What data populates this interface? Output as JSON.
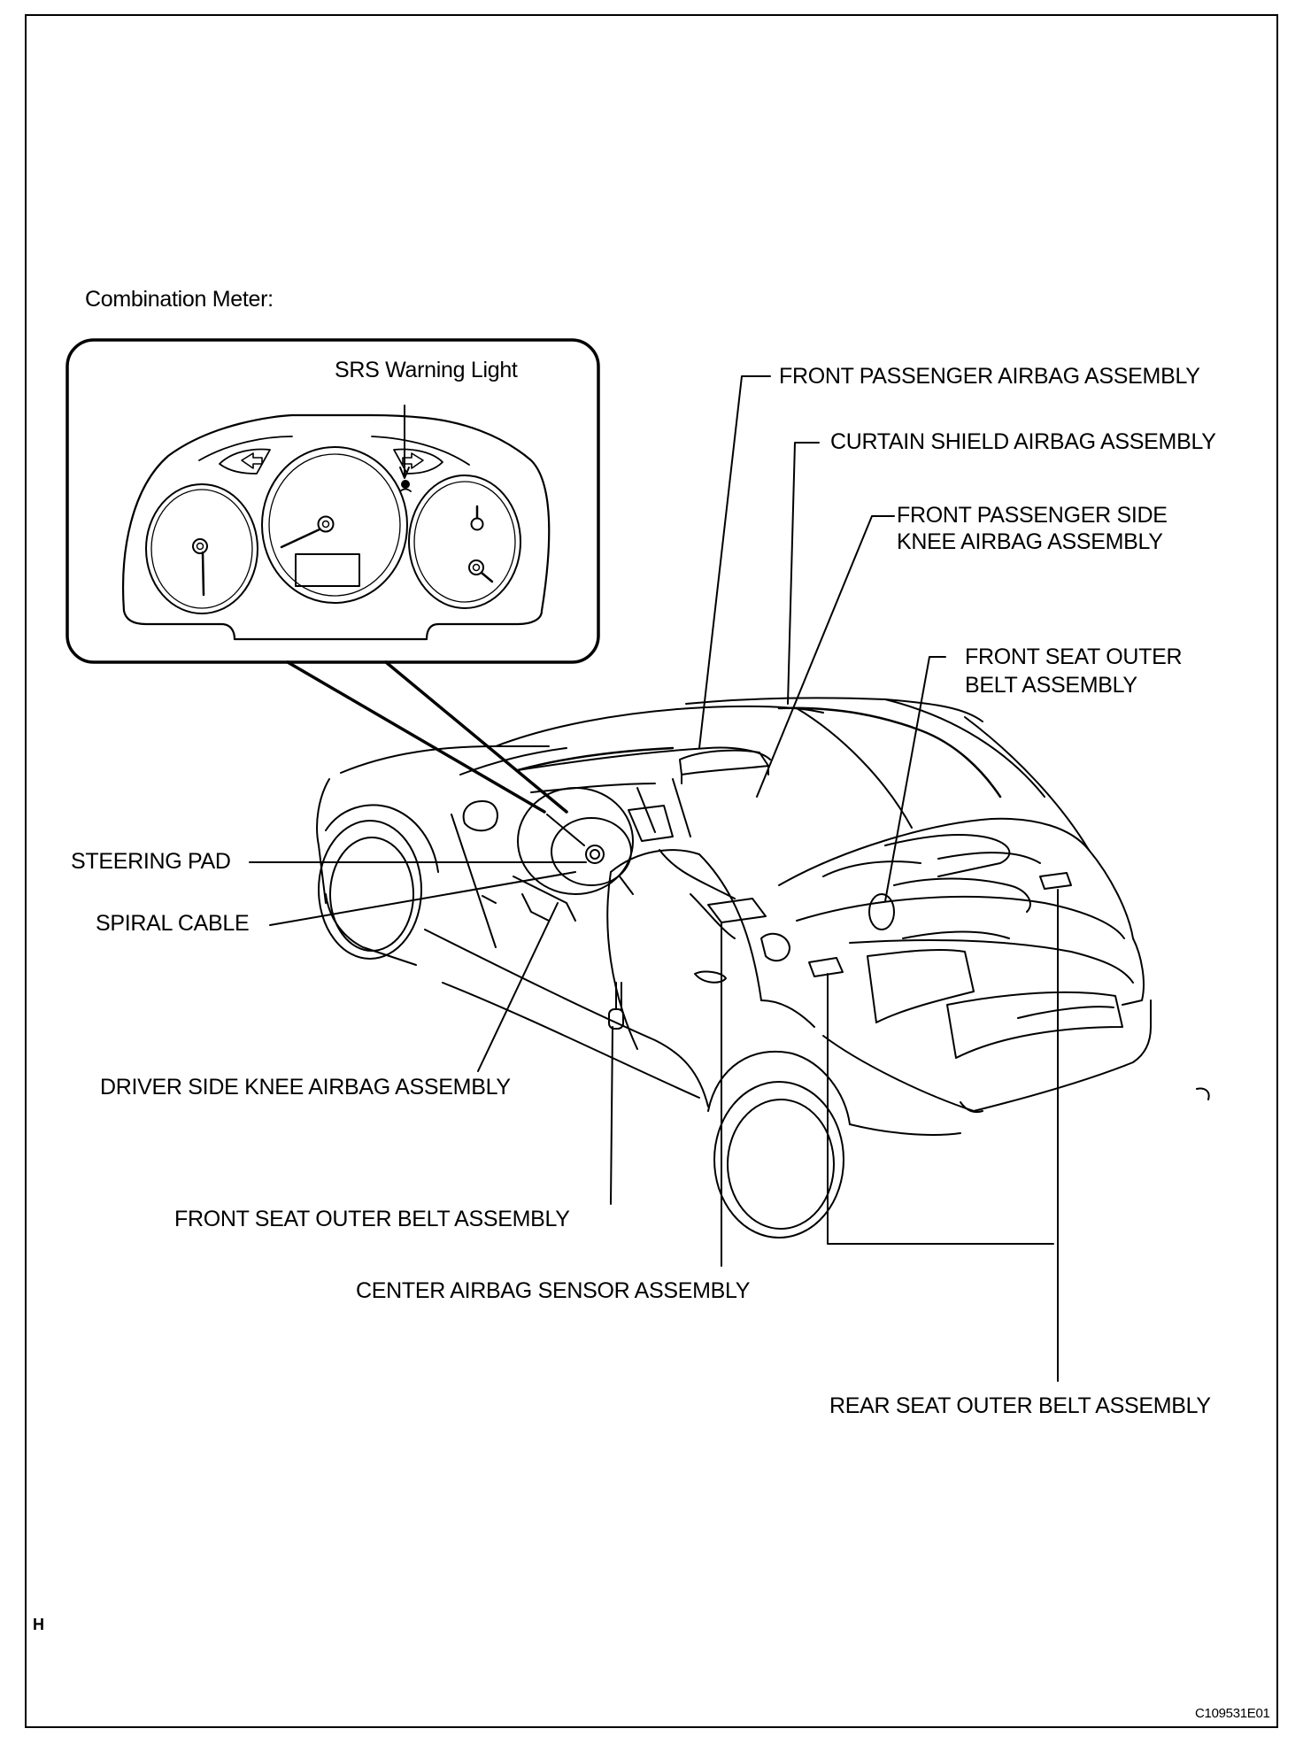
{
  "diagram": {
    "inset_caption": "Combination Meter:",
    "warning_light_label": "SRS Warning Light",
    "labels": {
      "front_passenger_airbag": "FRONT PASSENGER AIRBAG ASSEMBLY",
      "curtain_shield_airbag": "CURTAIN SHIELD AIRBAG ASSEMBLY",
      "front_passenger_side_knee_line1": "FRONT PASSENGER SIDE",
      "front_passenger_side_knee_line2": "KNEE AIRBAG ASSEMBLY",
      "front_seat_outer_belt_right_line1": "FRONT SEAT OUTER",
      "front_seat_outer_belt_right_line2": "BELT ASSEMBLY",
      "steering_pad": "STEERING PAD",
      "spiral_cable": "SPIRAL CABLE",
      "driver_side_knee_airbag": "DRIVER SIDE KNEE AIRBAG ASSEMBLY",
      "front_seat_outer_belt": "FRONT SEAT OUTER BELT ASSEMBLY",
      "center_airbag_sensor": "CENTER AIRBAG SENSOR ASSEMBLY",
      "rear_seat_outer_belt": "REAR SEAT OUTER BELT ASSEMBLY"
    },
    "corner_mark": "H",
    "figure_id": "C109531E01"
  }
}
